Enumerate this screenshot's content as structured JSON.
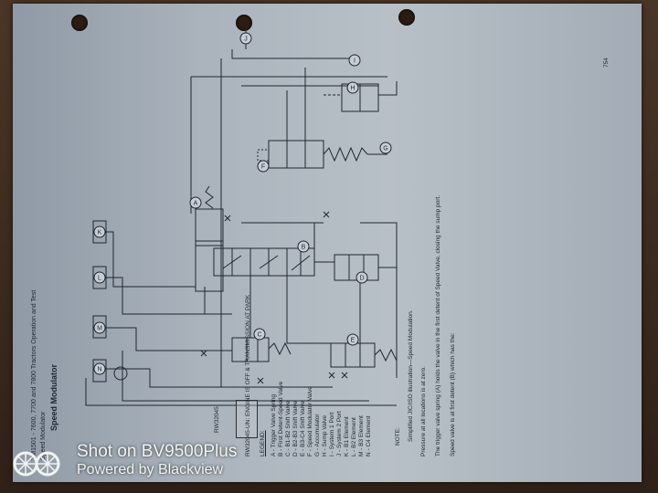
{
  "page": {
    "header_line1": "TM1501 - 7600, 7700 and 7800 Tractors Operation and Test",
    "header_line2": "Speed Modulator",
    "section_title": "Speed Modulator",
    "page_number": "754"
  },
  "diagram": {
    "figure_code": "RW32045",
    "caption": "RW32045-UN: ENGINE IS OFF & TRANSMISSION AT PARK",
    "circle_labels": [
      "N",
      "M",
      "L",
      "K",
      "A",
      "B",
      "C",
      "D",
      "E",
      "F",
      "G",
      "H",
      "I",
      "J"
    ]
  },
  "legend": {
    "title": "LEGEND:",
    "items": [
      "A - Trigger Valve Spring",
      "B - First Detent-Speed Valve",
      "C - B1-B2 Shift Valve",
      "D - B2-B3 Shift Valve",
      "E - B3-C4 Shift Valve",
      "F - Speed Modulator Valve",
      "G - Accumulator",
      "H - Sump Valve",
      "I - System 1 Port",
      "J - System 2 Port",
      "K - B1 Element",
      "L - B2 Element",
      "M - B3 Element",
      "N - C4 Element"
    ]
  },
  "notes": {
    "note_label": "NOTE:",
    "note_text": "Simplified JIC/ISO illustration—Speed Modulation.",
    "para1": "Pressure at all locations is at zero.",
    "para2": "The trigger valve spring (A) holds the valve in the first detent of Speed Valve, closing the sump port.",
    "para3": "Speed valve is at first detent (B) which has the:"
  },
  "watermark": {
    "line1": "Shot on BV9500Plus",
    "line2": "Powered by Blackview"
  },
  "colors": {
    "paper": "#b8c0c7",
    "ink": "#1f2630",
    "background": "#3b2a1e",
    "watermark": "#f2f2f2"
  }
}
